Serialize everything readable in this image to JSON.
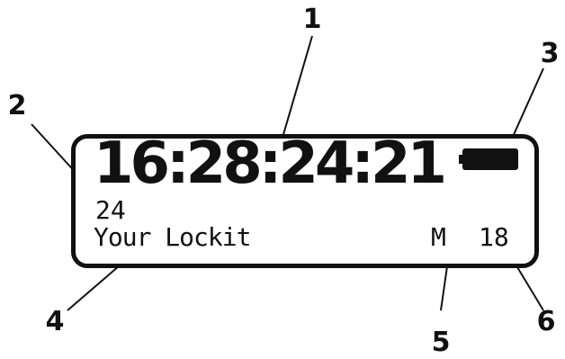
{
  "display": {
    "timecode": "16:28:24:21",
    "framerate": "24",
    "device_name": "Your Lockit",
    "mode": "M",
    "channel": "18",
    "battery_icon": "battery-full-icon"
  },
  "callouts": [
    {
      "label": "1"
    },
    {
      "label": "2"
    },
    {
      "label": "3"
    },
    {
      "label": "4"
    },
    {
      "label": "5"
    },
    {
      "label": "6"
    }
  ],
  "colors": {
    "ink": "#111111",
    "background": "#ffffff"
  }
}
